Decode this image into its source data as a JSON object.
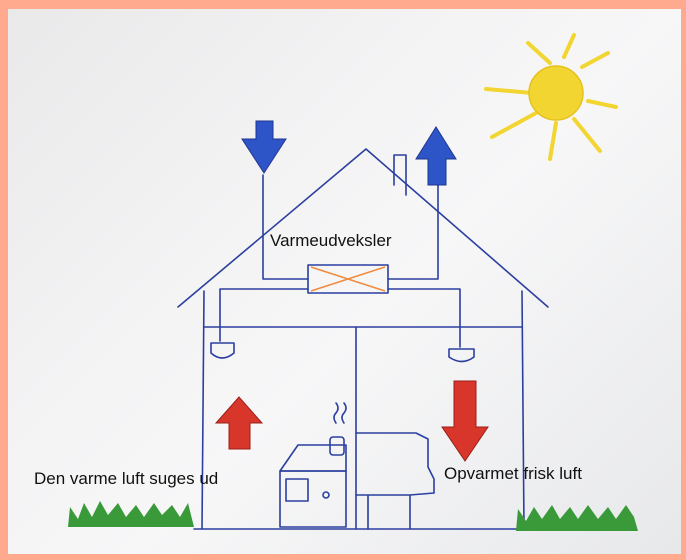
{
  "labels": {
    "heat_exchanger": "Varmeudveksler",
    "warm_air_out": "Den varme luft suges ud",
    "fresh_air_in": "Opvarmet frisk luft"
  },
  "colors": {
    "frame": "#FFA98F",
    "ink": "#2B3FA0",
    "cold_arrow": "#2E55C8",
    "warm_arrow": "#D8352B",
    "exchanger_cross": "#F08A3C",
    "sun": "#F2D531",
    "grass": "#3A9A3A"
  },
  "icons": [
    "sun-icon",
    "cold-air-in-arrow-icon",
    "exhaust-air-out-arrow-icon",
    "warm-air-up-arrow-icon",
    "fresh-air-down-arrow-icon",
    "stove-icon",
    "grass-icon"
  ]
}
